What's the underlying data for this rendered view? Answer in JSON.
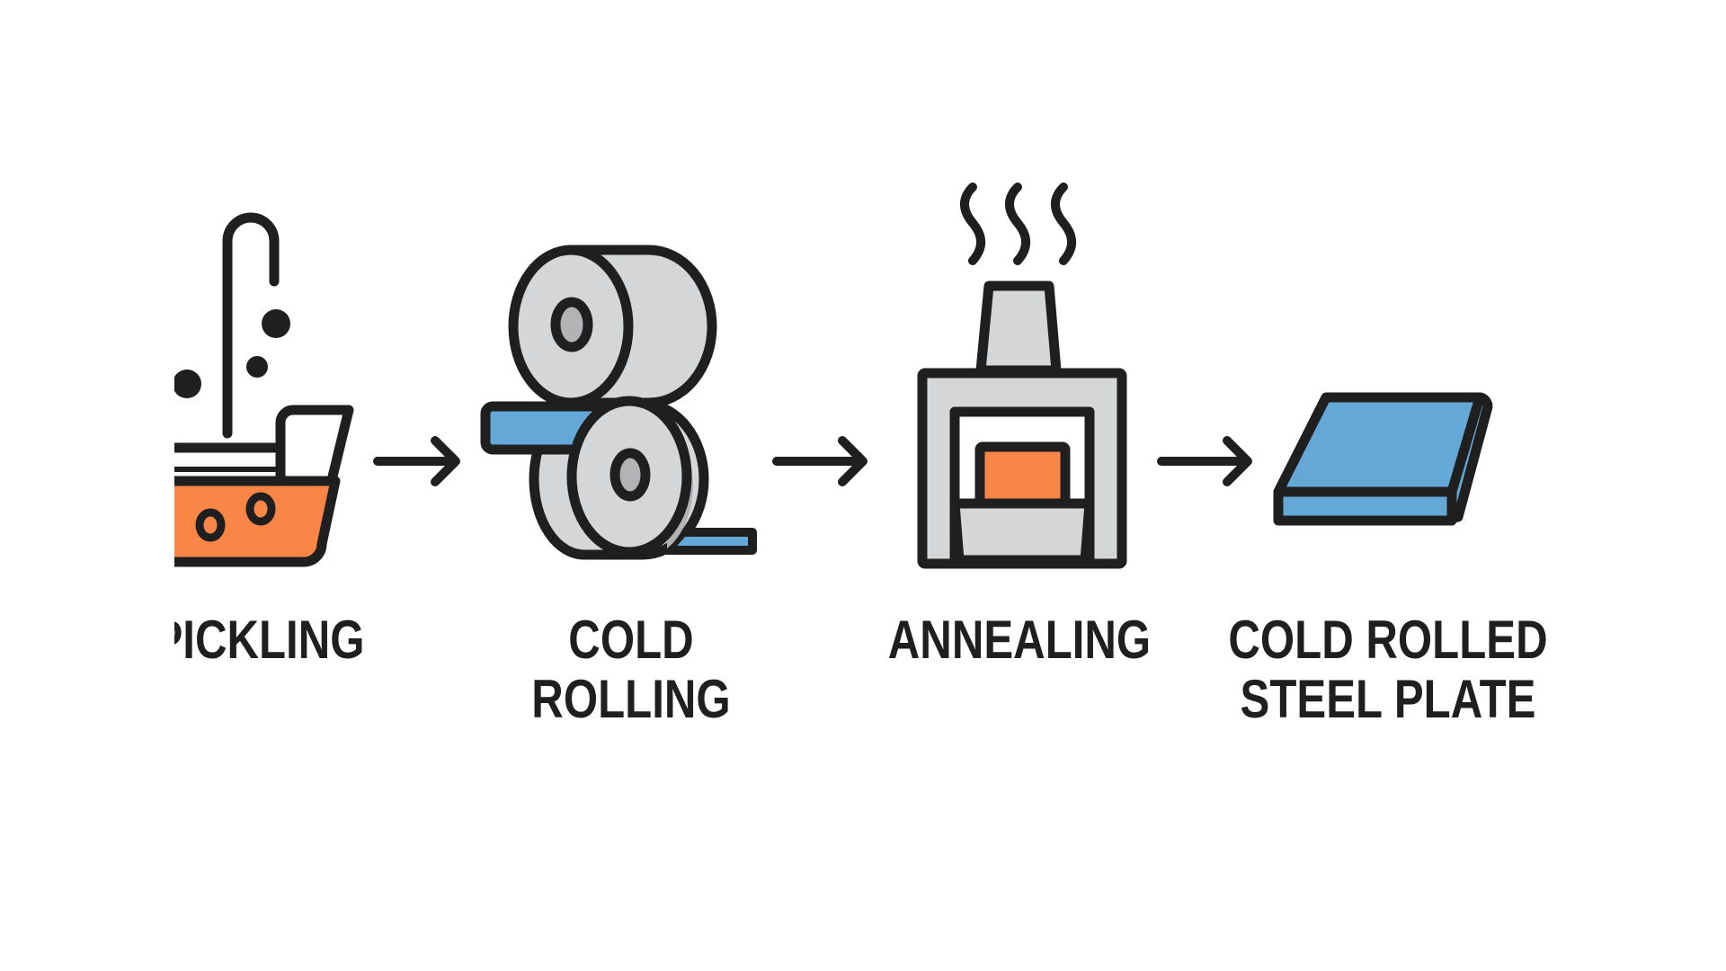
{
  "title": "Cold rolled steel process flow",
  "colors": {
    "ink": "#1f1f1f",
    "acid_orange": "#f98646",
    "steel_gray": "#d5d6d8",
    "core_gray": "#b3b3b5",
    "steel_blue": "#64a8d8",
    "background": "#ffffff"
  },
  "steps": [
    {
      "id": "pickling",
      "icon": "pickling-tank-icon",
      "label_lines": [
        "PICKLING"
      ]
    },
    {
      "id": "cold-rolling",
      "icon": "rolling-mill-icon",
      "label_lines": [
        "COLD",
        "ROLLING"
      ]
    },
    {
      "id": "annealing",
      "icon": "annealing-furnace-icon",
      "label_lines": [
        "ANNEALING"
      ]
    },
    {
      "id": "product",
      "icon": "steel-plate-icon",
      "label_lines": [
        "COLD ROLLED",
        "STEEL PLATE"
      ]
    }
  ],
  "connectors": [
    {
      "from": "pickling",
      "to": "cold-rolling",
      "icon": "arrow-right-icon"
    },
    {
      "from": "cold-rolling",
      "to": "annealing",
      "icon": "arrow-right-icon"
    },
    {
      "from": "annealing",
      "to": "product",
      "icon": "arrow-right-icon"
    }
  ]
}
